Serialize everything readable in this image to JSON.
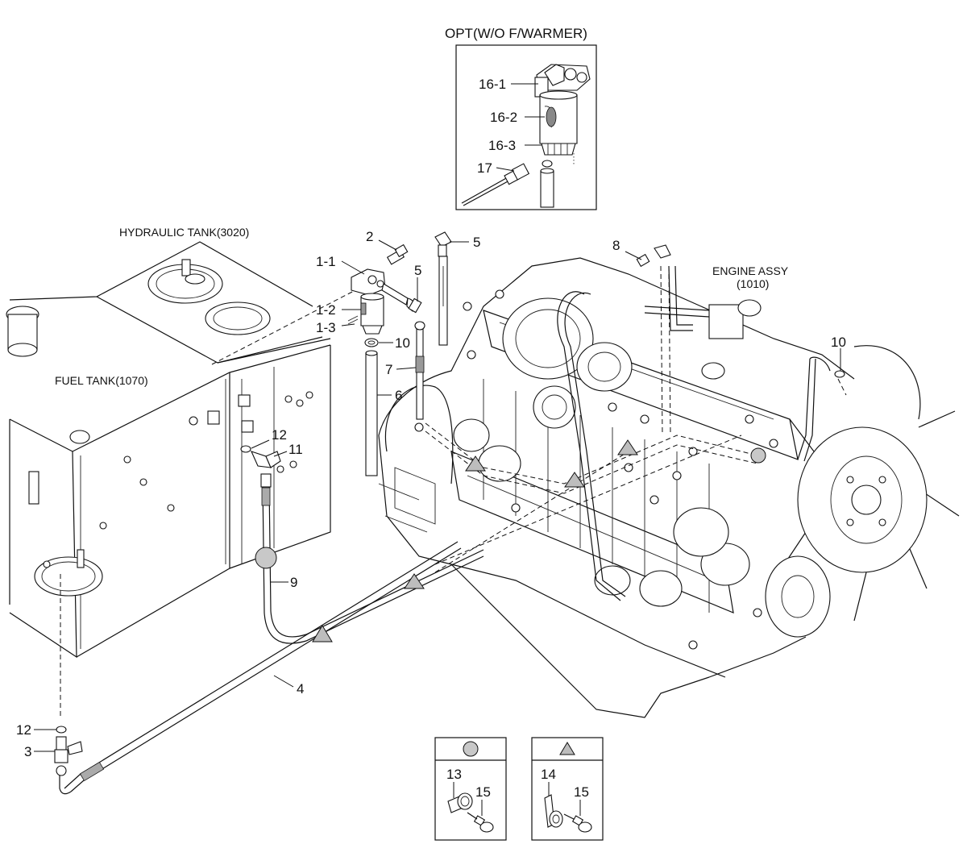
{
  "titles": {
    "option": "OPT(W/O F/WARMER)",
    "hydraulic_tank": "HYDRAULIC TANK(3020)",
    "fuel_tank": "FUEL TANK(1070)",
    "engine_assy_line1": "ENGINE ASSY",
    "engine_assy_line2": "(1010)"
  },
  "callouts": {
    "p16_1": "16-1",
    "p16_2": "16-2",
    "p16_3": "16-3",
    "p17": "17",
    "p2": "2",
    "p5a": "5",
    "p5b": "5",
    "p8": "8",
    "p1_1": "1-1",
    "p1_2": "1-2",
    "p1_3": "1-3",
    "p10a": "10",
    "p10b": "10",
    "p7": "7",
    "p6": "6",
    "p12a": "12",
    "p11": "11",
    "p9": "9",
    "p4": "4",
    "p12b": "12",
    "p3": "3",
    "p13": "13",
    "p15a": "15",
    "p14": "14",
    "p15b": "15"
  },
  "colors": {
    "line": "#111111",
    "background": "#ffffff",
    "marker_fill": "#bdbdbd"
  }
}
